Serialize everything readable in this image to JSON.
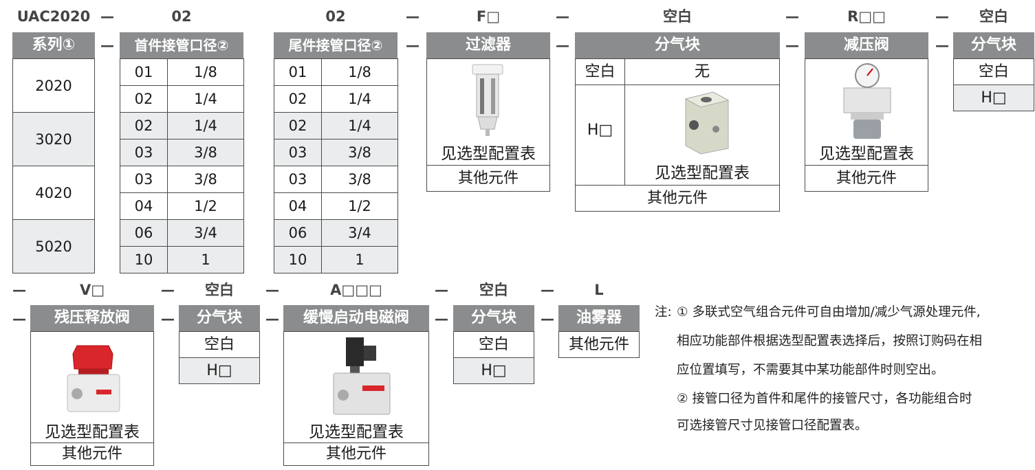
{
  "top_codes": {
    "series": "UAC2020",
    "inlet": "02",
    "outlet": "02",
    "filter": "F□",
    "manifold1": "空白",
    "regulator": "R□□",
    "manifold2": "空白"
  },
  "bottom_codes": {
    "residual": "V□",
    "manifold3": "空白",
    "softstart": "A□□□",
    "manifold4": "空白",
    "lubricator": "L"
  },
  "dash": "—",
  "headers": {
    "series": "系列①",
    "inlet": "首件接管口径②",
    "outlet": "尾件接管口径②",
    "filter": "过滤器",
    "manifold": "分气块",
    "regulator": "减压阀",
    "residual": "残压释放阀",
    "softstart": "缓慢启动电磁阀",
    "lubricator": "油雾器"
  },
  "series_values": [
    "2020",
    "3020",
    "4020",
    "5020"
  ],
  "port_rows": [
    [
      "01",
      "1/8"
    ],
    [
      "02",
      "1/4"
    ],
    [
      "02",
      "1/4"
    ],
    [
      "03",
      "3/8"
    ],
    [
      "03",
      "3/8"
    ],
    [
      "04",
      "1/2"
    ],
    [
      "06",
      "3/4"
    ],
    [
      "10",
      "1"
    ]
  ],
  "common": {
    "see_table": "见选型配置表",
    "other": "其他元件",
    "blank": "空白",
    "none": "无",
    "h": "H□"
  },
  "notes": {
    "prefix": "注:",
    "n1_l1": "① 多联式空气组合元件可自由增加/减少气源处理元件,",
    "n1_l2": "相应功能部件根据选型配置表选择后，按照订购码在相",
    "n1_l3": "应位置填写，不需要其中某功能部件时则空出。",
    "n2_l1": "② 接管口径为首件和尾件的接管尺寸，各功能组合时",
    "n2_l2": "可选接管尺寸见接管口径配置表。"
  },
  "colors": {
    "header_bg": "#8a8c8e",
    "alt_row": "#eaeced",
    "border": "#4a4a4a",
    "red_cap": "#d8262b"
  }
}
